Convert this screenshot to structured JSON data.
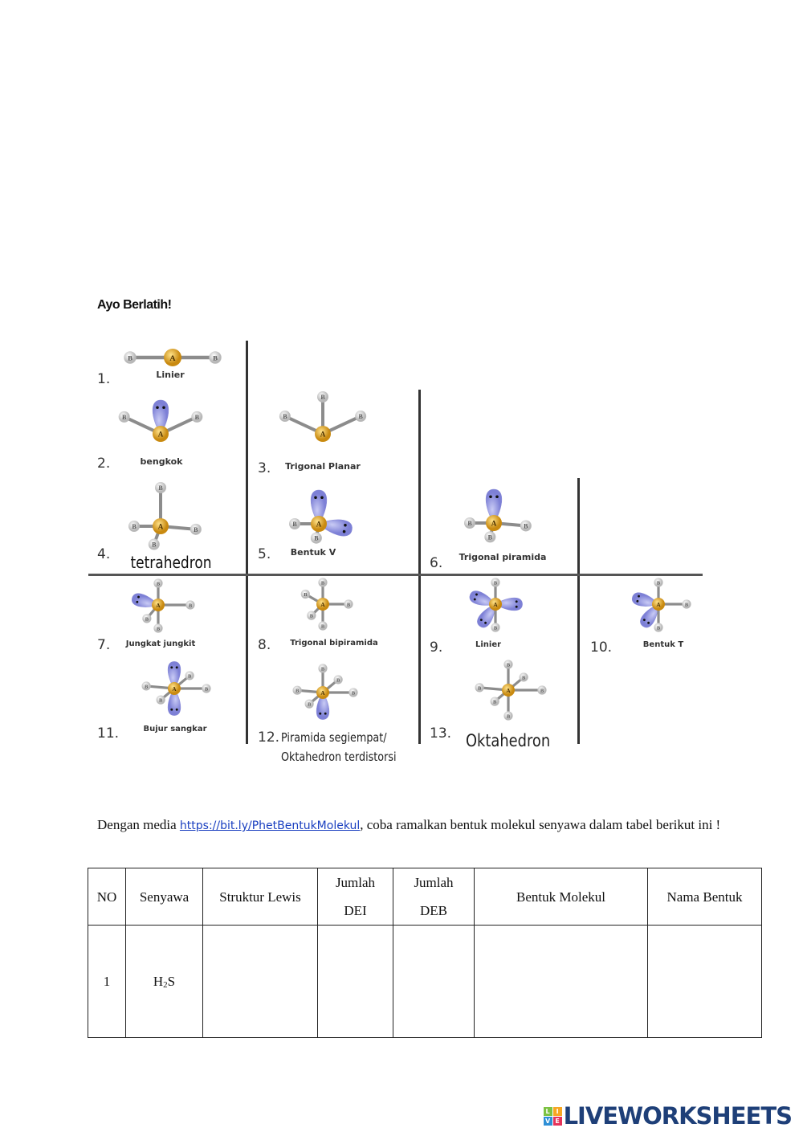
{
  "title": "Ayo Berlatih!",
  "shapes": [
    {
      "no": "1.",
      "name": "Linier"
    },
    {
      "no": "2.",
      "name": "bengkok"
    },
    {
      "no": "3.",
      "name": "Trigonal Planar"
    },
    {
      "no": "4.",
      "name": "tetrahedron"
    },
    {
      "no": "5.",
      "name": "Bentuk V"
    },
    {
      "no": "6.",
      "name": "Trigonal piramida"
    },
    {
      "no": "7.",
      "name": "Jungkat jungkit"
    },
    {
      "no": "8.",
      "name": "Trigonal bipiramida"
    },
    {
      "no": "9.",
      "name": "Linier"
    },
    {
      "no": "10.",
      "name": "Bentuk T"
    },
    {
      "no": "11.",
      "name": "Bujur sangkar"
    },
    {
      "no": "12.",
      "name": "Piramida segiempat/",
      "name2": "Oktahedron terdistorsi"
    },
    {
      "no": "13.",
      "name": "Oktahedron"
    }
  ],
  "atoms": {
    "central": "A",
    "ligand": "B"
  },
  "intro": {
    "before": "Dengan  media ",
    "link": "https://bit.ly/PhetBentukMolekul",
    "after": ", coba ramalkan bentuk molekul senyawa dalam tabel berikut ini !"
  },
  "table": {
    "headers": [
      "NO",
      "Senyawa",
      "Struktur Lewis",
      "Jumlah",
      "DEI",
      "Jumlah",
      "DEB",
      "Bentuk Molekul",
      "Nama Bentuk"
    ],
    "rows": [
      {
        "no": "1",
        "senyawa_main": "H",
        "senyawa_sub": "2",
        "senyawa_end": "S",
        "struktur_lewis": "",
        "dei": "",
        "deb": "",
        "bentuk": "",
        "nama": ""
      }
    ]
  },
  "logo": {
    "text": "LIVEWORKSHEETS",
    "tiles": [
      "L",
      "I",
      "V",
      "E"
    ],
    "colors": [
      "#7cc242",
      "#f6a623",
      "#2e8fd6",
      "#e5335a"
    ]
  }
}
